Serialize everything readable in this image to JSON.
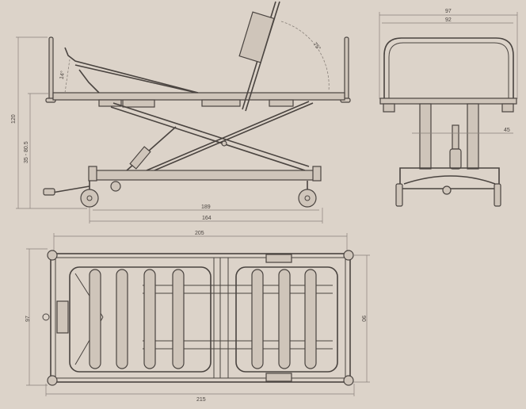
{
  "side_view": {
    "total_height": "120",
    "height_range": "35 - 80.5",
    "wheelbase": "189",
    "base_length": "164",
    "leg_angle": "14°",
    "back_angle": "75°"
  },
  "end_view": {
    "outer_width": "97",
    "inner_width": "92",
    "clearance": "45"
  },
  "top_view": {
    "frame_length": "205",
    "overall_length": "215",
    "overall_width": "97",
    "inner_width": "90"
  },
  "colors": {
    "background": "#dcd3c9",
    "line": "#4a4440"
  }
}
